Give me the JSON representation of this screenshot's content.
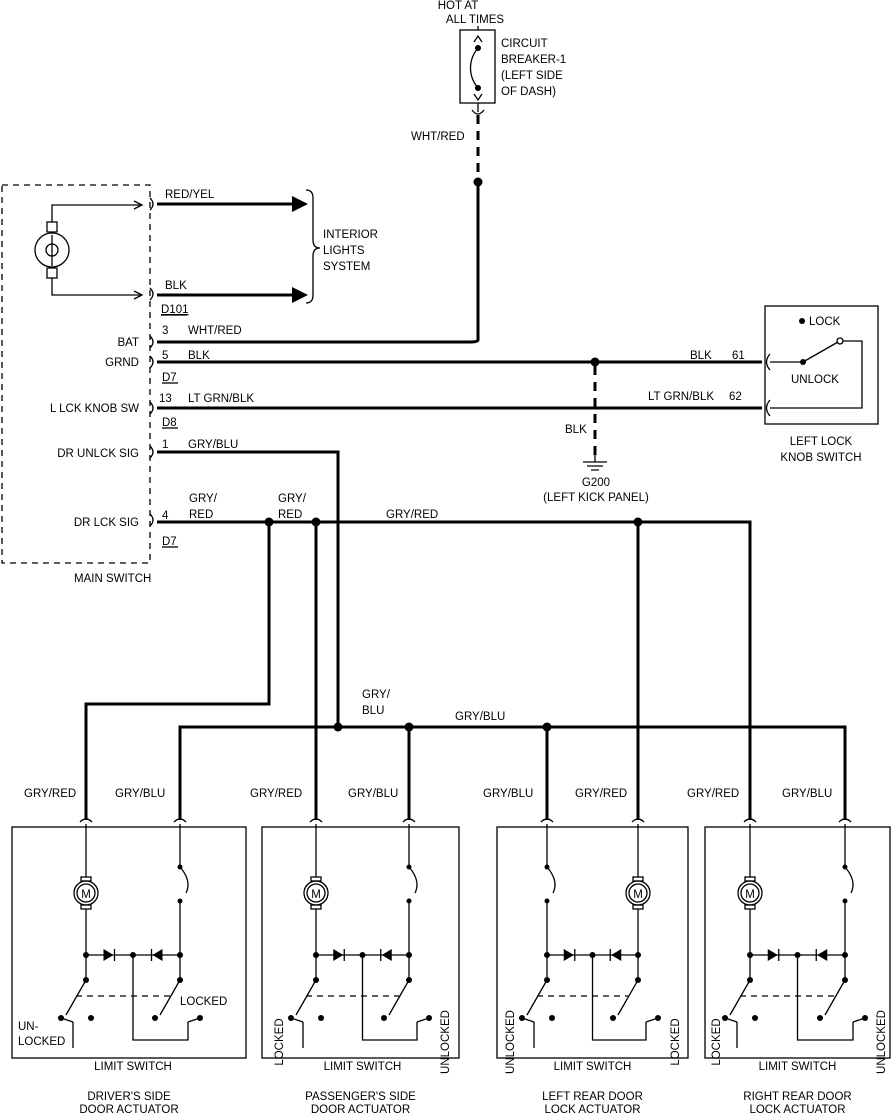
{
  "power": {
    "hot": [
      "HOT AT",
      "ALL TIMES"
    ],
    "breaker": [
      "CIRCUIT",
      "BREAKER-1",
      "(LEFT SIDE",
      "OF DASH)"
    ],
    "wire": "WHT/RED"
  },
  "main_switch": {
    "name": "MAIN SWITCH",
    "pins": {
      "bat": "BAT",
      "grnd": "GRND",
      "knob": "L LCK KNOB SW",
      "unlock_sig": "DR UNLCK SIG",
      "lock_sig": "DR LCK SIG"
    },
    "pin_numbers": {
      "bat": "3",
      "grnd": "5",
      "knob": "13",
      "unlock_sig": "1",
      "lock_sig": "4"
    },
    "connectors": {
      "d101": "D101",
      "d7a": "D7",
      "d8": "D8",
      "d7b": "D7"
    }
  },
  "interior": {
    "wire1": "RED/YEL",
    "wire2": "BLK",
    "label": [
      "INTERIOR",
      "LIGHTS",
      "SYSTEM"
    ]
  },
  "wires": {
    "bat_wire": "WHT/RED",
    "grnd_wire": "BLK",
    "knob_wire": "LT GRN/BLK",
    "unlock_wire": "GRY/BLU",
    "lock_wire_a": [
      "GRY/",
      "RED"
    ],
    "lock_wire_b": [
      "GRY/",
      "RED"
    ],
    "lock_wire_c": "GRY/RED",
    "blu_bus_a": [
      "GRY/",
      "BLU"
    ],
    "blu_bus_b": "GRY/BLU"
  },
  "ground": {
    "wire": "BLK",
    "name": "G200",
    "location": "(LEFT KICK PANEL)"
  },
  "knob_switch": {
    "lock": "LOCK",
    "unlock": "UNLOCK",
    "wire1": "BLK",
    "pin1": "61",
    "wire2": "LT GRN/BLK",
    "pin2": "62",
    "name": [
      "LEFT LOCK",
      "KNOB SWITCH"
    ]
  },
  "actuators": [
    {
      "red_label": "GRY/RED",
      "blu_label": "GRY/BLU",
      "motor": "M",
      "limit": "LIMIT SWITCH",
      "name": [
        "DRIVER'S SIDE",
        "DOOR ACTUATOR"
      ],
      "left_label": [
        "UN-",
        "LOCKED"
      ],
      "right_label": "LOCKED"
    },
    {
      "red_label": "GRY/RED",
      "blu_label": "GRY/BLU",
      "motor": "M",
      "limit": "LIMIT SWITCH",
      "name": [
        "PASSENGER'S SIDE",
        "DOOR ACTUATOR"
      ],
      "left_label": "LOCKED",
      "right_label": "UNLOCKED"
    },
    {
      "red_label": "GRY/RED",
      "blu_label": "GRY/BLU",
      "motor": "M",
      "limit": "LIMIT SWITCH",
      "name": [
        "LEFT REAR DOOR",
        "LOCK ACTUATOR"
      ],
      "left_label": "UNLOCKED",
      "right_label": "LOCKED"
    },
    {
      "red_label": "GRY/RED",
      "blu_label": "GRY/BLU",
      "motor": "M",
      "limit": "LIMIT SWITCH",
      "name": [
        "RIGHT REAR DOOR",
        "LOCK ACTUATOR"
      ],
      "left_label": "LOCKED",
      "right_label": "UNLOCKED"
    }
  ]
}
